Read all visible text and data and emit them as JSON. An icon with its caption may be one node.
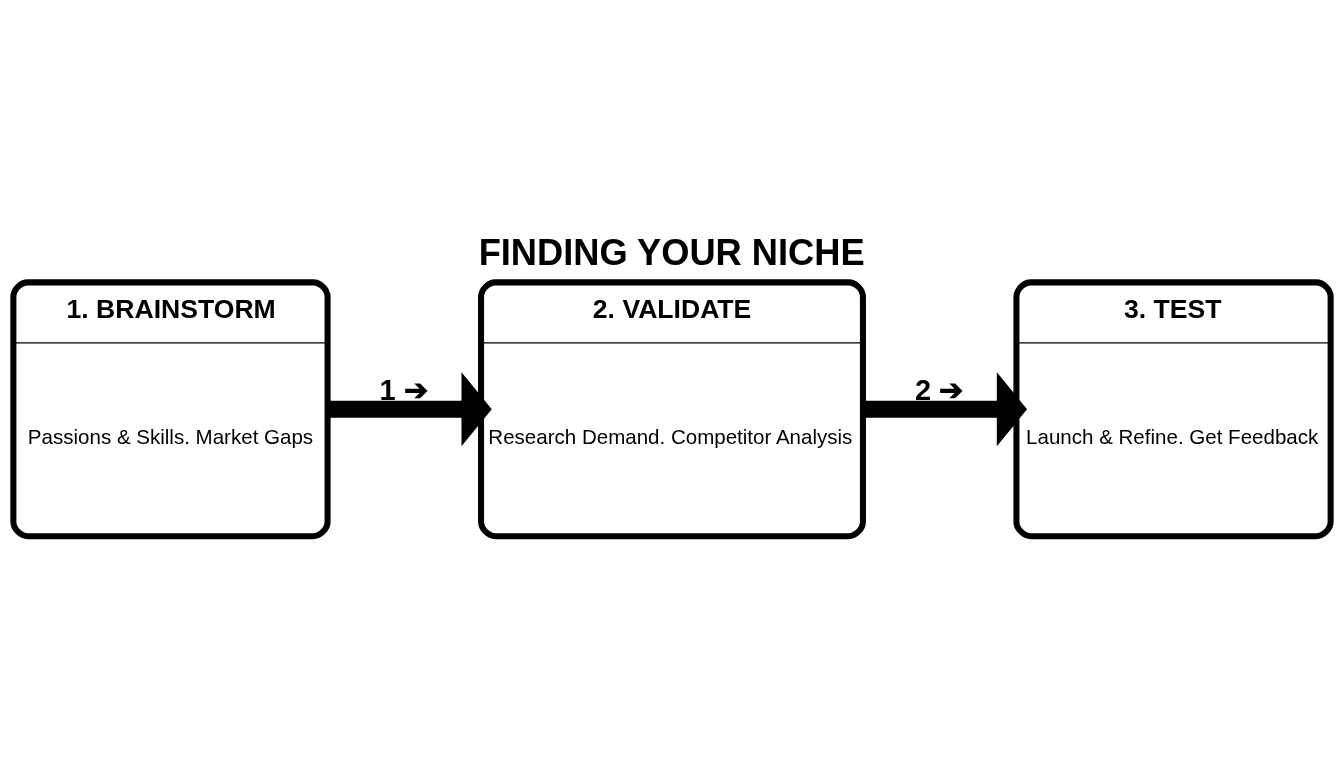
{
  "diagram": {
    "title": "FINDING YOUR NICHE",
    "nodes": [
      {
        "text": [
          "1. BRAINSTORM",
          "Passions & Skills. Market Gaps"
        ]
      },
      {
        "text": [
          "2. VALIDATE",
          "Research Demand. Competitor Analysis"
        ]
      },
      {
        "text": [
          "3. TEST",
          "Launch & Refine. Get Feedback"
        ]
      }
    ],
    "edges": [
      {
        "from": 0,
        "to": 1,
        "arrow": "to",
        "label": "1 ➔"
      },
      {
        "from": 1,
        "to": 2,
        "arrow": "to",
        "label": "2 ➔"
      }
    ]
  }
}
